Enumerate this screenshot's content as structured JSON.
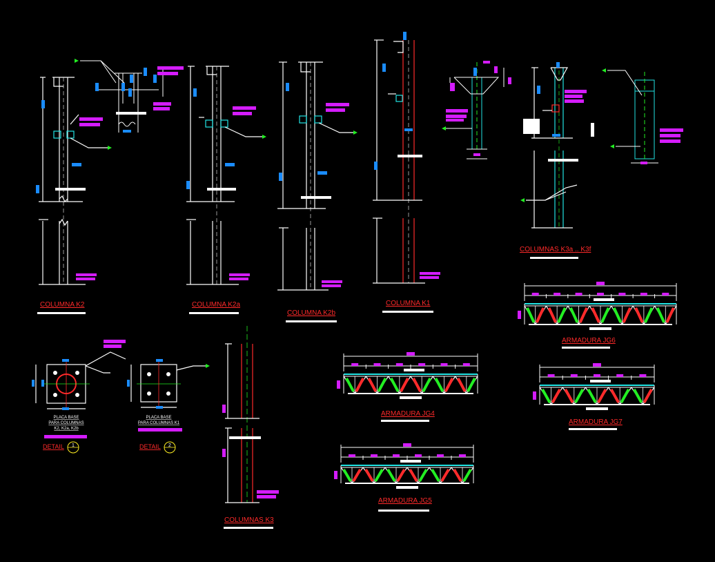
{
  "colors": {
    "background": "#000000",
    "white": "#ffffff",
    "red": "#ff2a2a",
    "blue": "#1a8cff",
    "magenta": "#d41cff",
    "green": "#22ee22",
    "cyan": "#22e5e5"
  },
  "titles": {
    "k2": "COLUMNA K2",
    "k2a": "COLUMNA K2a",
    "k2b": "COLUMNA K2b",
    "k1": "COLUMNA K1",
    "k3a": "COLUMNAS  K3a .. K3f",
    "k3": "COLUMNAS  K3",
    "jg4": "ARMADURA JG4",
    "jg5": "ARMADURA JG5",
    "jg6": "ARMADURA JG6",
    "jg7": "ARMADURA JG7"
  },
  "details": {
    "d1": {
      "line1": "PLACA BASE",
      "line2": "PARA COLUMNAS",
      "line3": "K2, K2a, K2b",
      "label": "DETAIL",
      "number": "1"
    },
    "d2": {
      "line1": "PLACA BASE",
      "line2": "PARA COLUMNAS K1",
      "label": "DETAIL",
      "number": "2"
    }
  }
}
